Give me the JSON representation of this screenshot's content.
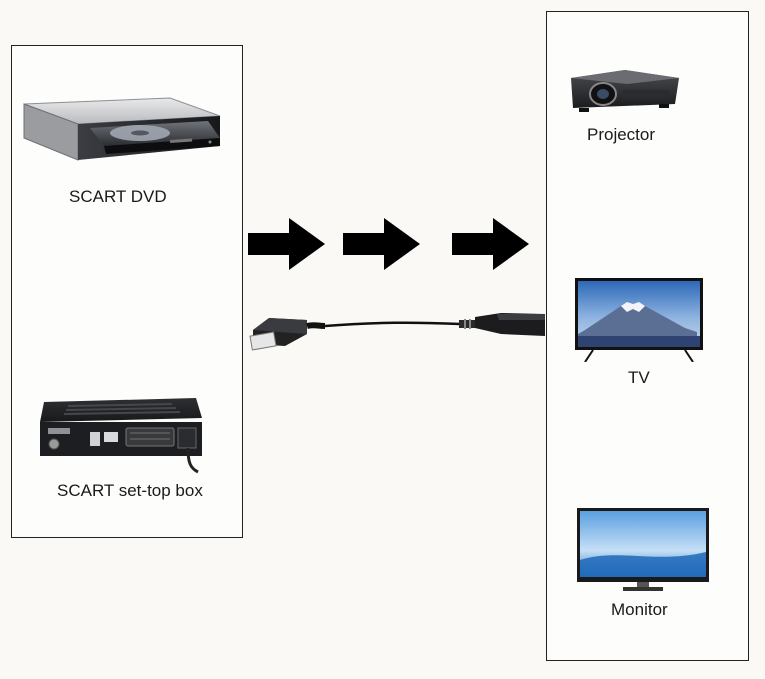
{
  "sources": {
    "dvd_label": "SCART DVD",
    "settop_label": "SCART set-top box"
  },
  "outputs": {
    "projector_label": "Projector",
    "tv_label": "TV",
    "monitor_label": "Monitor"
  },
  "flow": {
    "arrow_count": 3,
    "arrow_color": "#000000",
    "cable_color": "#111111"
  }
}
